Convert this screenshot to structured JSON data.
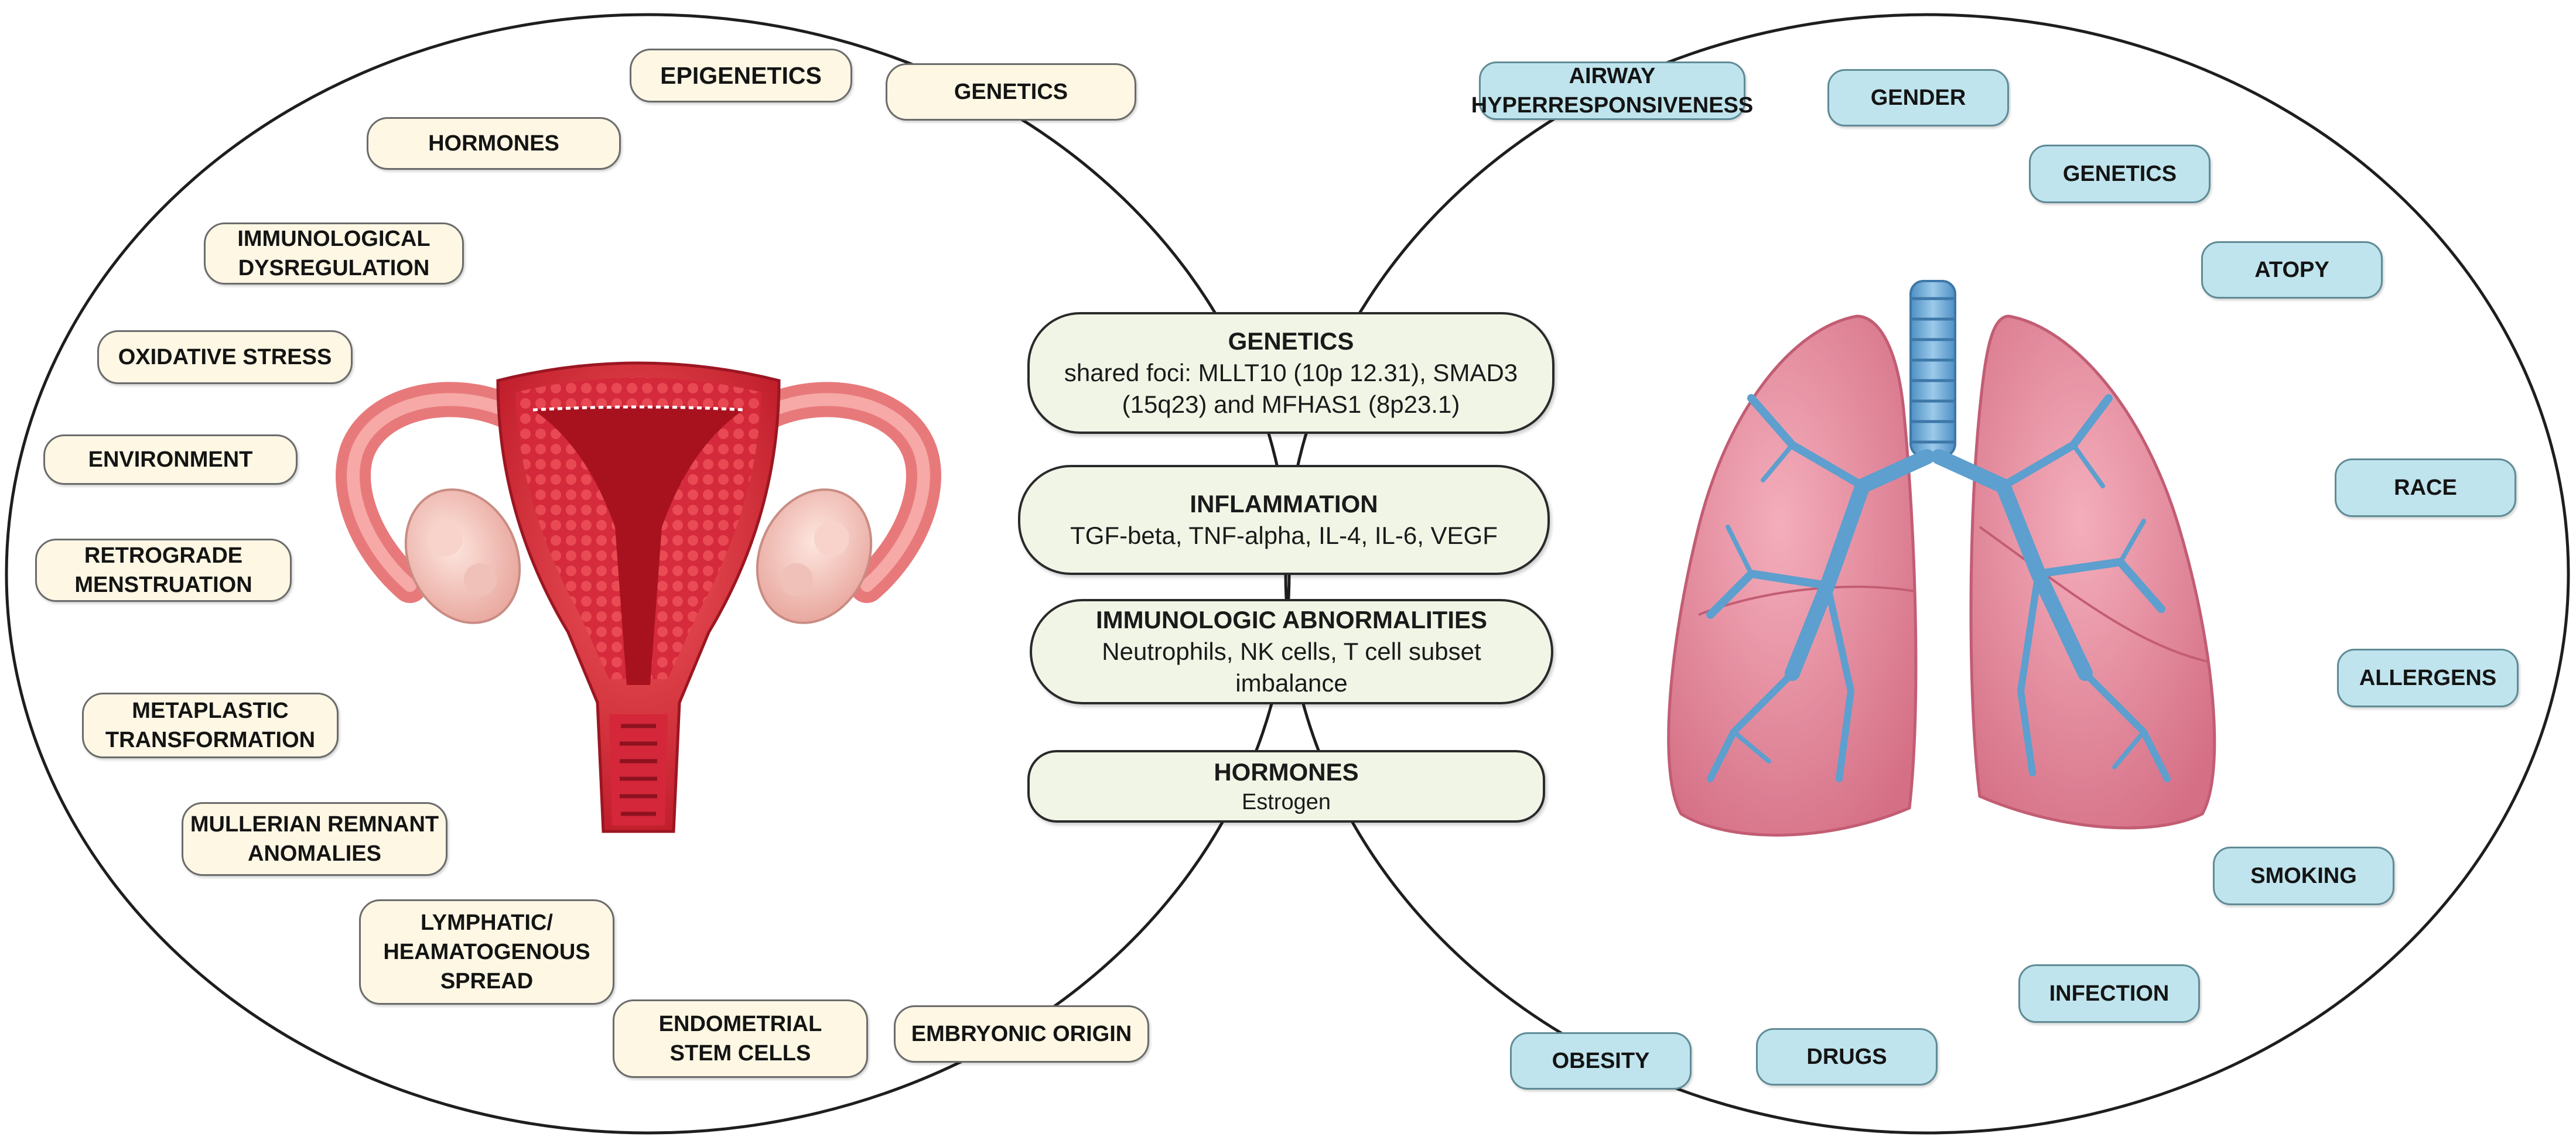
{
  "endometriosis_factors": [
    {
      "id": "epigenetics",
      "lines": [
        "EPIGENETICS"
      ]
    },
    {
      "id": "genetics",
      "lines": [
        "GENETICS"
      ]
    },
    {
      "id": "hormones",
      "lines": [
        "HORMONES"
      ]
    },
    {
      "id": "immunological-dysregulation",
      "lines": [
        "IMMUNOLOGICAL",
        "DYSREGULATION"
      ]
    },
    {
      "id": "oxidative-stress",
      "lines": [
        "OXIDATIVE STRESS"
      ]
    },
    {
      "id": "environment",
      "lines": [
        "ENVIRONMENT"
      ]
    },
    {
      "id": "retrograde-menstruation",
      "lines": [
        "RETROGRADE",
        "MENSTRUATION"
      ]
    },
    {
      "id": "metaplastic-transformation",
      "lines": [
        "METAPLASTIC",
        "TRANSFORMATION"
      ]
    },
    {
      "id": "mullerian-remnant-anomalies",
      "lines": [
        "MULLERIAN REMNANT",
        "ANOMALIES"
      ]
    },
    {
      "id": "lymphatic-spread",
      "lines": [
        "LYMPHATIC/",
        "HEAMATOGENOUS",
        "SPREAD"
      ]
    },
    {
      "id": "endometrial-stem-cells",
      "lines": [
        "ENDOMETRIAL",
        "STEM CELLS"
      ]
    },
    {
      "id": "embryonic-origin",
      "lines": [
        "EMBRYONIC ORIGIN"
      ]
    }
  ],
  "asthma_factors": [
    {
      "id": "airway-hyperresponsiveness",
      "lines": [
        "AIRWAY",
        "HYPERRESPONSIVENESS"
      ]
    },
    {
      "id": "gender",
      "lines": [
        "GENDER"
      ]
    },
    {
      "id": "genetics",
      "lines": [
        "GENETICS"
      ]
    },
    {
      "id": "atopy",
      "lines": [
        "ATOPY"
      ]
    },
    {
      "id": "race",
      "lines": [
        "RACE"
      ]
    },
    {
      "id": "allergens",
      "lines": [
        "ALLERGENS"
      ]
    },
    {
      "id": "smoking",
      "lines": [
        "SMOKING"
      ]
    },
    {
      "id": "infection",
      "lines": [
        "INFECTION"
      ]
    },
    {
      "id": "drugs",
      "lines": [
        "DRUGS"
      ]
    },
    {
      "id": "obesity",
      "lines": [
        "OBESITY"
      ]
    }
  ],
  "shared_factors": [
    {
      "id": "genetics",
      "title": "GENETICS",
      "lines": [
        "shared foci: MLLT10 (10p 12.31), SMAD3",
        "(15q23) and MFHAS1 (8p23.1)"
      ]
    },
    {
      "id": "inflammation",
      "title": "INFLAMMATION",
      "lines": [
        "TGF-beta, TNF-alpha, IL-4, IL-6, VEGF"
      ]
    },
    {
      "id": "immunologic-abnormalities",
      "title": "IMMUNOLOGIC ABNORMALITIES",
      "lines": [
        "Neutrophils, NK cells, T cell subset",
        "imbalance"
      ]
    },
    {
      "id": "hormones",
      "title": "HORMONES",
      "lines": [
        "Estrogen"
      ]
    }
  ],
  "colors": {
    "endometriosis_box": "#fdf7e4",
    "asthma_box": "#bfe4ed",
    "shared_box": "#f0f5e6",
    "uterus": "#d8303a",
    "lung": "#e58a9c",
    "bronchi": "#5d9fce"
  },
  "icons": [
    "uterus-illustration",
    "lungs-illustration"
  ]
}
